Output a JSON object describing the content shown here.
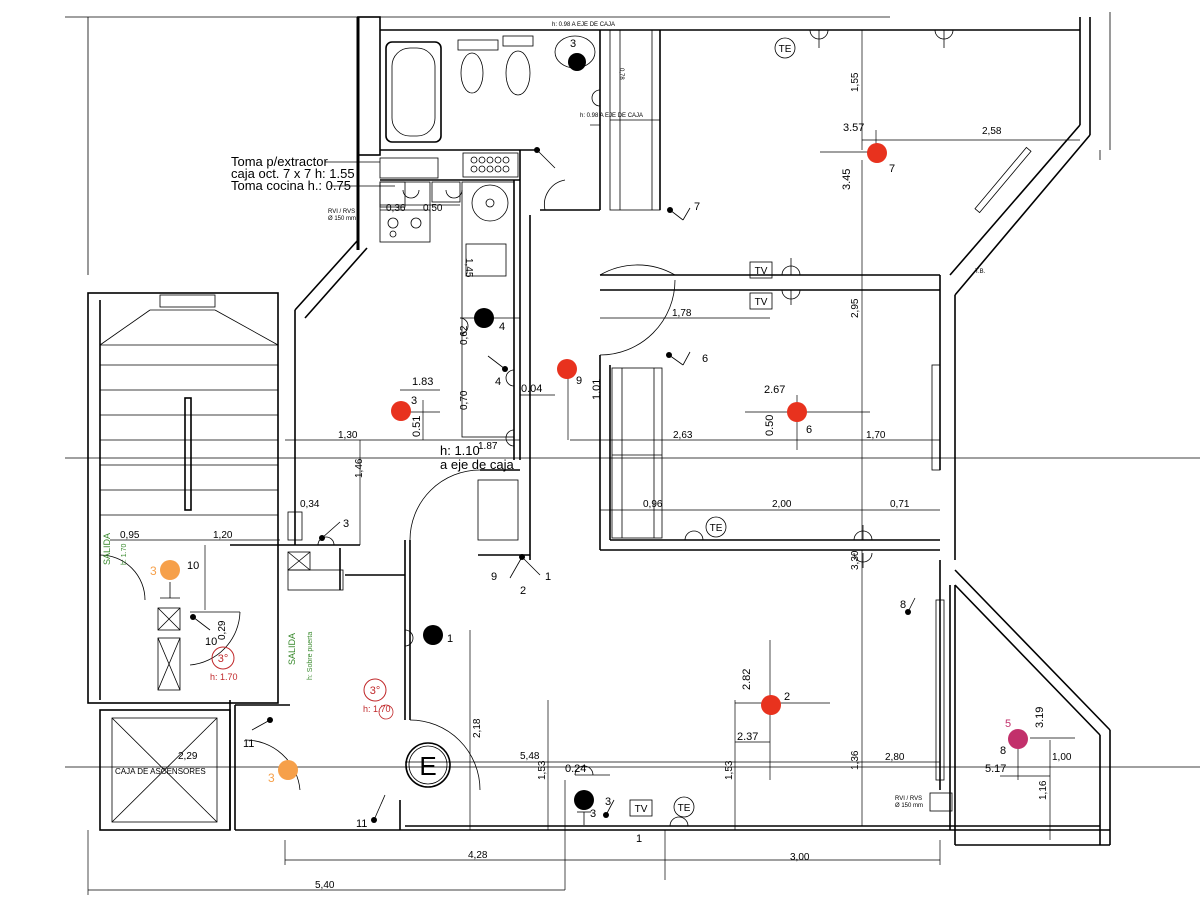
{
  "notes": {
    "extractor_1": "Toma p/extractor",
    "extractor_2": "caja oct. 7 x 7 h: 1.55",
    "extractor_3": "Toma cocina h.: 0.75",
    "rvi_1": "RVI / RVS",
    "rvi_2": "Ø 150 mm",
    "rvi_3": "RVI / RVS",
    "rvi_4": "Ø 150 mm",
    "eje_caja_top": "h: 0.98 A EJE DE CAJA",
    "eje_caja_mid": "h: 0.98 A EJE DE CAJA",
    "h110_1": "h: 1.10",
    "h110_2": "a eje de caja",
    "tb": "T.B.",
    "ascensores": "CAJA DE ASCENSORES",
    "salida_1": "SALIDA",
    "salida_1_h": "h: 1.70",
    "salida_2": "SALIDA",
    "salida_2_h": "h: Sobre puerta",
    "h170": "h: 1.70",
    "h170b": "h: 1.70",
    "entrance": "E"
  },
  "symbols": {
    "te_1": "TE",
    "te_2": "TE",
    "te_3": "TE",
    "tv_1": "TV",
    "tv_2": "TV",
    "tv_3": "TV",
    "third_1": "3°",
    "third_2": "3°"
  },
  "dimensions": {
    "d_155": "1,55",
    "d_357": "3.57",
    "d_258": "2,58",
    "d_345": "3.45",
    "d_295": "2,95",
    "d_178": "1,78",
    "d_267": "2.67",
    "d_050": "0.50",
    "d_263": "2,63",
    "d_170": "1,70",
    "d_183": "1.83",
    "d_051": "0.51",
    "d_130": "1,30",
    "d_187": "1.87",
    "d_004": "0.04",
    "d_101": "1.01",
    "d_145": "1,45",
    "d_062": "0,62",
    "d_070": "0,70",
    "d_036": "0,36",
    "d_050b": "0,50",
    "d_146": "1,46",
    "d_034": "0,34",
    "d_095": "0,95",
    "d_120": "1,20",
    "d_096": "0,96",
    "d_200": "2,00",
    "d_071": "0,71",
    "d_330": "3,30",
    "d_029": "0,29",
    "d_229": "2,29",
    "d_218": "2,18",
    "d_548": "5,48",
    "d_153": "1,53",
    "d_024": "0.24",
    "d_282": "2.82",
    "d_237": "2.37",
    "d_153b": "1,53",
    "d_136": "1,36",
    "d_280": "2,80",
    "d_319": "3.19",
    "d_517": "5.17",
    "d_100": "1,00",
    "d_116": "1,16",
    "d_428": "4,28",
    "d_300": "3,00",
    "d_540": "5,40",
    "d_078": "0,78"
  },
  "outlets": {
    "n7a": "7",
    "n7b": "7",
    "n6a": "6",
    "n6b": "6",
    "n9a": "9",
    "n9b": "9",
    "n4a": "4",
    "n4b": "4",
    "n3a": "3",
    "n3b": "3",
    "n3c": "3",
    "n3d": "3",
    "n3e": "3",
    "n3f": "3",
    "n3g": "3",
    "n10a": "10",
    "n10b": "10",
    "n1a": "1",
    "n1b": "1",
    "n1c": "1",
    "n2a": "2",
    "n2b": "2",
    "n8a": "8",
    "n8b": "8",
    "n5": "5",
    "n11a": "11",
    "n11b": "11"
  },
  "colors": {
    "red": "#e8321e",
    "orange": "#f6a04a",
    "magenta": "#c2306b",
    "black": "#000000",
    "green": "#3a8a2e",
    "dark_red": "#c0282a"
  }
}
